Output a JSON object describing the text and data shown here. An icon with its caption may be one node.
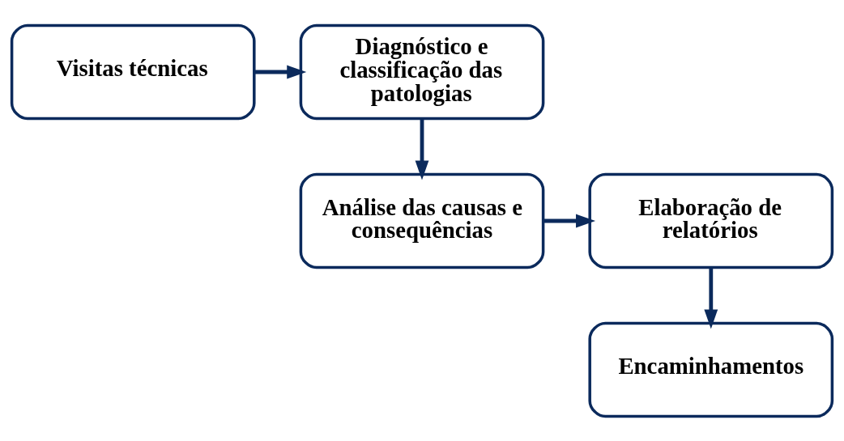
{
  "diagram": {
    "nodes": [
      {
        "text": [
          "Visitas técnicas"
        ]
      },
      {
        "text": [
          "Diagnóstico e classificação das patologias"
        ]
      },
      {
        "text": [
          "Análise das causas e consequências"
        ]
      },
      {
        "text": [
          "Elaboração de relatórios"
        ]
      },
      {
        "text": [
          "Encaminhamentos"
        ]
      }
    ],
    "edges": [
      {
        "from": 0,
        "to": 1,
        "arrow": "to"
      },
      {
        "from": 1,
        "to": 2,
        "arrow": "to"
      },
      {
        "from": 2,
        "to": 3,
        "arrow": "to"
      },
      {
        "from": 3,
        "to": 4,
        "arrow": "to"
      }
    ]
  }
}
